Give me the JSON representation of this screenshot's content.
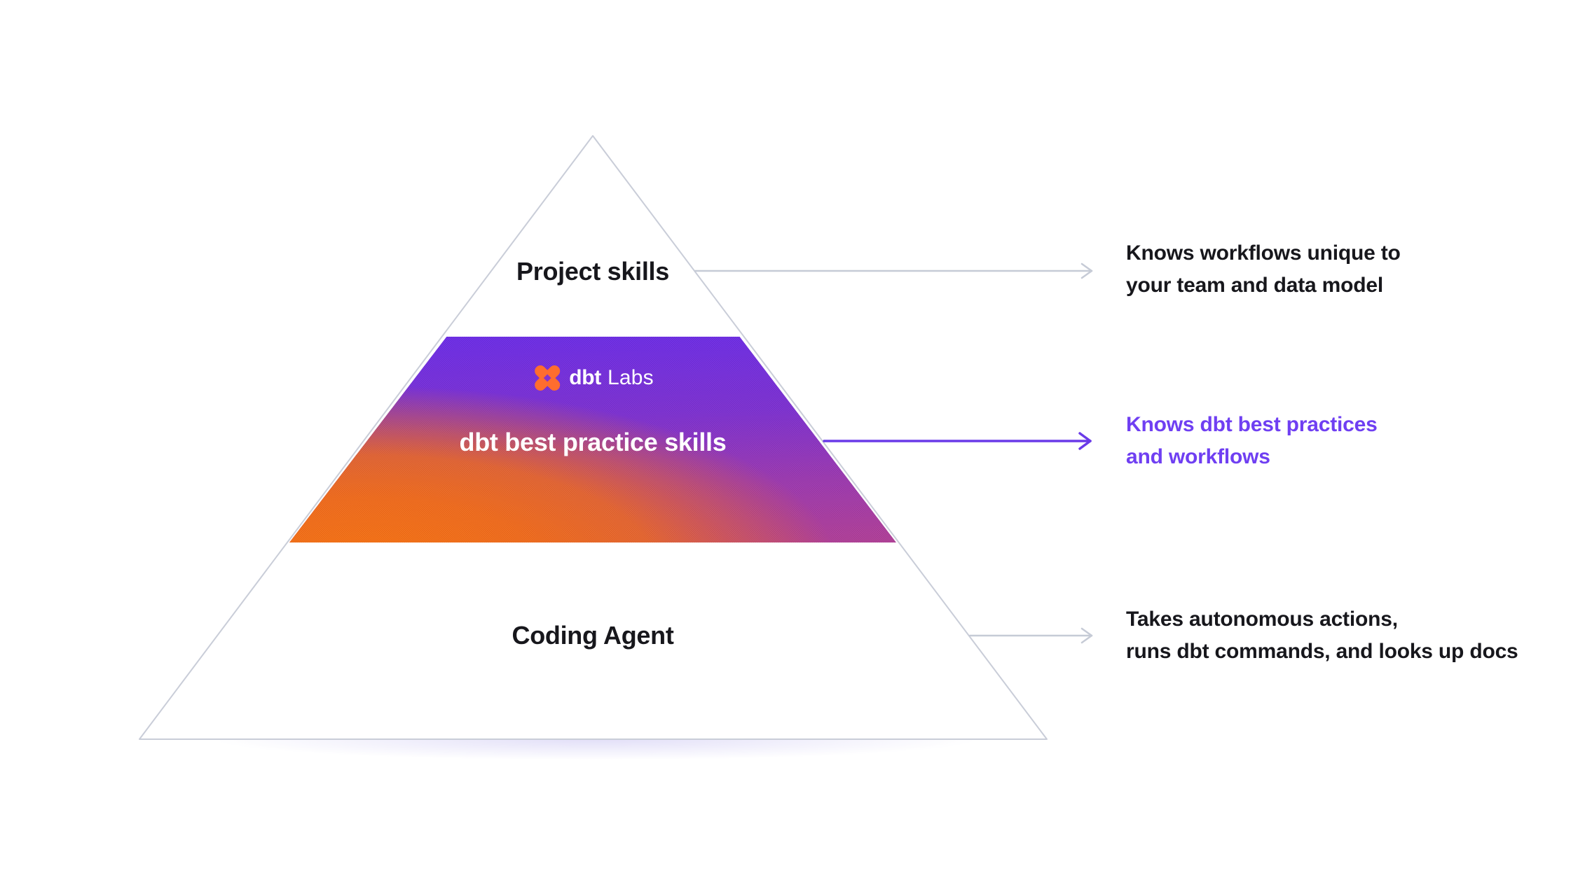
{
  "pyramid": {
    "tiers": [
      {
        "id": "top",
        "label": "Project skills"
      },
      {
        "id": "middle",
        "label": "dbt best practice skills",
        "logo": {
          "icon": "dbt-pinwheel-icon",
          "name_bold": "dbt",
          "name_light": "Labs"
        }
      },
      {
        "id": "bottom",
        "label": "Coding Agent"
      }
    ]
  },
  "annotations": [
    {
      "target": "top",
      "color": "#17171c",
      "lines": [
        "Knows workflows unique to",
        "your team and data model"
      ]
    },
    {
      "target": "middle",
      "color": "#6f3ff2",
      "lines": [
        "Knows dbt best practices",
        "and workflows"
      ]
    },
    {
      "target": "bottom",
      "color": "#17171c",
      "lines": [
        "Takes autonomous actions,",
        "runs dbt commands, and looks up docs"
      ]
    }
  ],
  "colors": {
    "background": "#ffffff",
    "pyramid_outline": "#c9cdd8",
    "arrow_gray": "#c6cbd6",
    "arrow_purple": "#6a3ae8",
    "annotation_purple": "#6f3ff2",
    "annotation_black": "#17171c",
    "gradient_violet_top": "#6a2ae8",
    "gradient_magenta_bottom_right": "#b03d96",
    "gradient_orange_bottom_left": "#f06a1a",
    "logo_orange": "#ff6d2e",
    "tier_label_white": "#ffffff"
  }
}
